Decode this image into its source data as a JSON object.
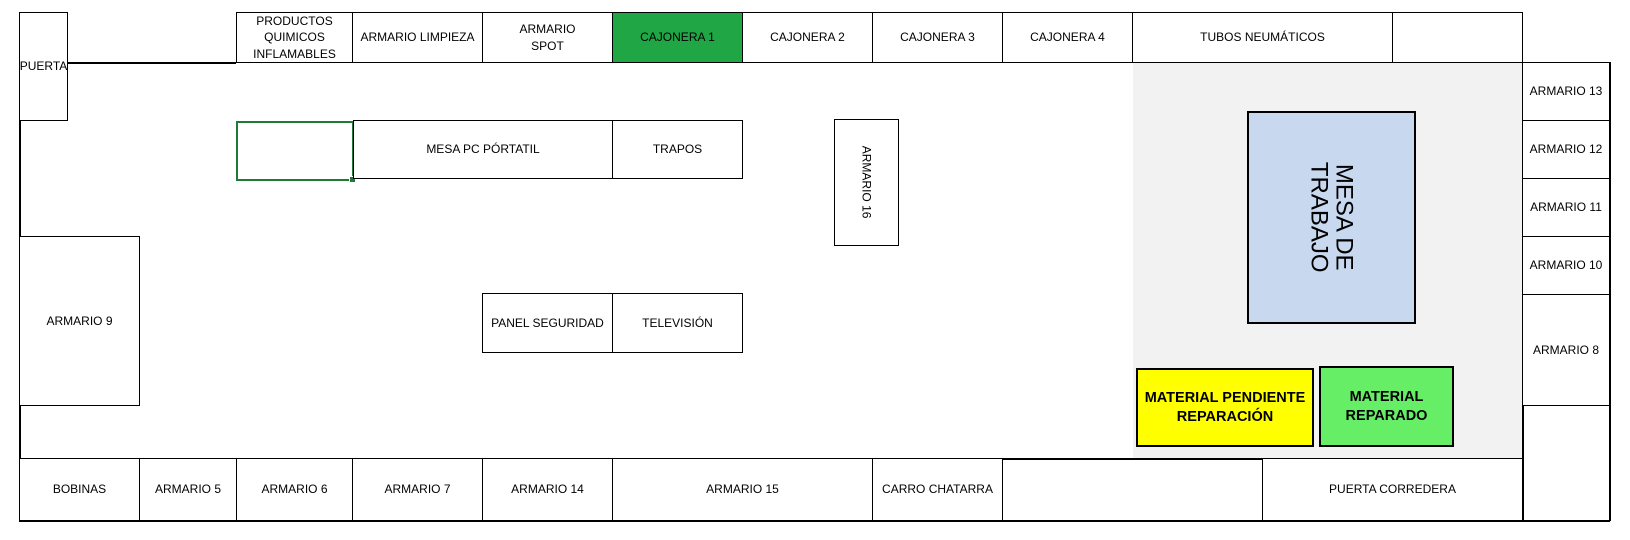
{
  "colors": {
    "highlight_dark_green": "#21a645",
    "work_table_blue": "#c8d9ef",
    "pending_yellow": "#ffff00",
    "repaired_green": "#66ee66",
    "work_zone_gray": "#f2f2f2"
  },
  "top_row": {
    "puerta": "PUERTA",
    "productos_quimicos": "PRODUCTOS\nQUIMICOS\nINFLAMABLES",
    "armario_limpieza": "ARMARIO LIMPIEZA",
    "armario_spot": "ARMARIO\nSPOT",
    "cajonera_1": "CAJONERA 1",
    "cajonera_2": "CAJONERA 2",
    "cajonera_3": "CAJONERA 3",
    "cajonera_4": "CAJONERA 4",
    "tubos_neumaticos": "TUBOS NEUMÁTICOS"
  },
  "right_column": {
    "armario_13": "ARMARIO 13",
    "armario_12": "ARMARIO 12",
    "armario_11": "ARMARIO 11",
    "armario_10": "ARMARIO 10",
    "armario_8": "ARMARIO 8"
  },
  "center": {
    "mesa_pc_portatil": "MESA PC PÓRTATIL",
    "trapos": "TRAPOS",
    "armario_16": "ARMARIO 16",
    "panel_seguridad": "PANEL SEGURIDAD",
    "television": "TELEVISIÓN",
    "armario_9": "ARMARIO 9"
  },
  "work_zone": {
    "mesa_de_trabajo": "MESA DE\nTRABAJO",
    "material_pendiente": "MATERIAL PENDIENTE\nREPARACIÓN",
    "material_reparado": "MATERIAL\nREPARADO"
  },
  "bottom_row": {
    "bobinas": "BOBINAS",
    "armario_5": "ARMARIO 5",
    "armario_6": "ARMARIO 6",
    "armario_7": "ARMARIO 7",
    "armario_14": "ARMARIO 14",
    "armario_15": "ARMARIO 15",
    "carro_chatarra": "CARRO CHATARRA",
    "puerta_corredera": "PUERTA CORREDERA"
  }
}
